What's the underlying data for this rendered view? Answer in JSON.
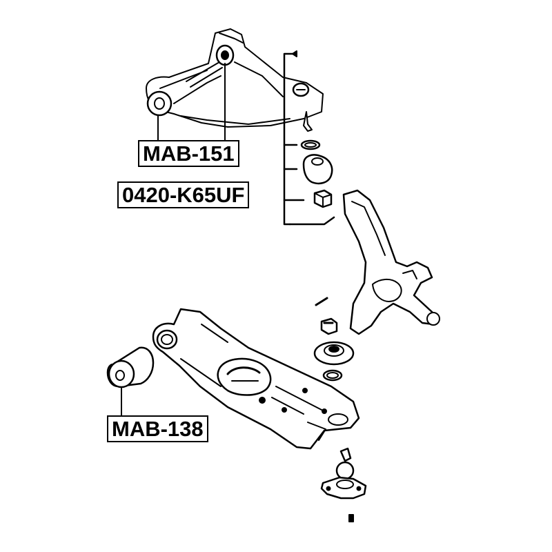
{
  "labels": {
    "upper_bushing": "MAB-151",
    "ball_joint": "0420-K65UF",
    "lower_bushing": "MAB-138"
  },
  "colors": {
    "line": "#000000",
    "background": "#ffffff"
  }
}
